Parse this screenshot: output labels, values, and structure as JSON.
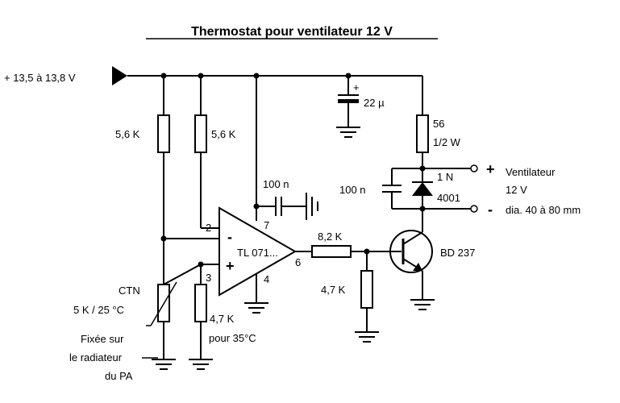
{
  "title": "Thermostat pour ventilateur 12 V",
  "supply": "+ 13,5 à 13,8 V",
  "r1": "5,6 K",
  "r2": "5,6 K",
  "cap_supply": "22 µ",
  "cap_supply_plus": "+",
  "cap_opamp": "100 n",
  "cap_fan": "100 n",
  "r_series": {
    "line1": "56",
    "line2": "1/2 W"
  },
  "diode": {
    "line1": "1 N",
    "line2": "4001"
  },
  "fan": {
    "plus": "+",
    "minus": "-",
    "line1": "Ventilateur",
    "line2": "12 V",
    "line3": "dia. 40 à 80 mm"
  },
  "opamp": {
    "name": "TL 071...",
    "minus": "-",
    "plus": "+",
    "pin2": "2",
    "pin3": "3",
    "pin4": "4",
    "pin6": "6",
    "pin7": "7"
  },
  "r_base": "8,2 K",
  "r_pulldown": "4,7 K",
  "transistor": "BD 237",
  "ctn": {
    "line1": "CTN",
    "line2": "5 K / 25 °C"
  },
  "r_ref": {
    "line1": "4,7 K",
    "line2": "pour 35°C"
  },
  "note": {
    "line1": "Fixée sur",
    "line2": "le radiateur",
    "line3": "du PA"
  }
}
